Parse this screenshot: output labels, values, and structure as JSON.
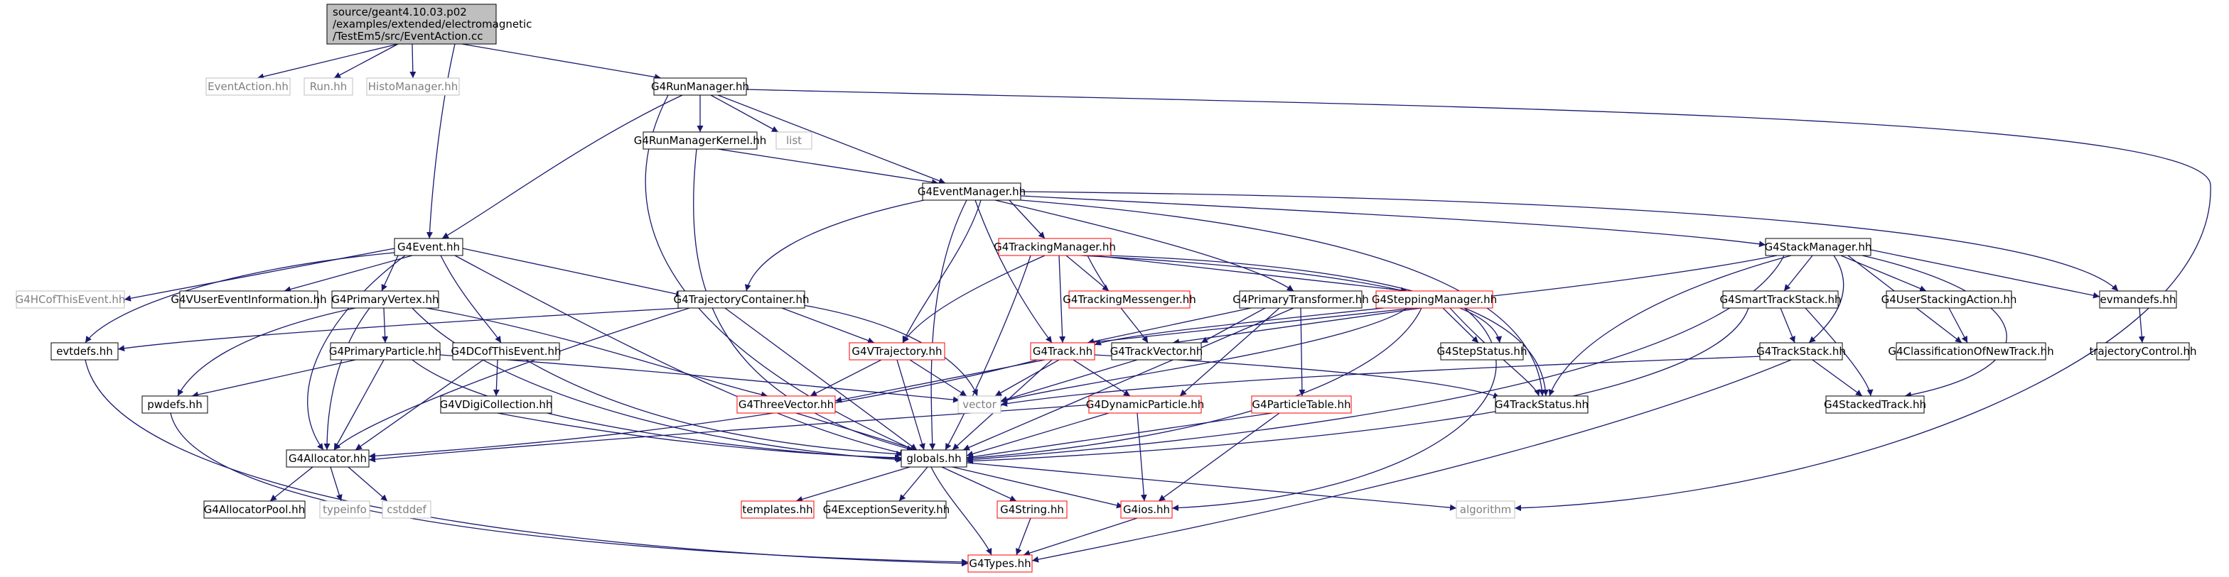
{
  "colors": {
    "edge": "#191970",
    "root_fill": "#bfbfbf",
    "node_border": "#000000",
    "red_border": "#ff0000",
    "grey_border": "#bfbfbf",
    "grey_text": "#7f7f7f"
  },
  "root": {
    "line1": "source/geant4.10.03.p02",
    "line2": "/examples/extended/electromagnetic",
    "line3": "/TestEm5/src/EventAction.cc"
  },
  "nodes": {
    "eventaction_hh": "EventAction.hh",
    "run_hh": "Run.hh",
    "histomanager_hh": "HistoManager.hh",
    "g4runmanager": "G4RunManager.hh",
    "list": "list",
    "g4runmanagerkernel": "G4RunManagerKernel.hh",
    "g4eventmanager": "G4EventManager.hh",
    "g4event": "G4Event.hh",
    "g4hcofthisevent": "G4HCofThisEvent.hh",
    "g4vusereventinformation": "G4VUserEventInformation.hh",
    "g4primaryvertex": "G4PrimaryVertex.hh",
    "g4trajectorycontainer": "G4TrajectoryContainer.hh",
    "g4trackingmanager": "G4TrackingManager.hh",
    "g4trackingmessenger": "G4TrackingMessenger.hh",
    "g4primarytransformer": "G4PrimaryTransformer.hh",
    "g4steppingmanager": "G4SteppingManager.hh",
    "g4stackmanager": "G4StackManager.hh",
    "g4smarttrackstack": "G4SmartTrackStack.hh",
    "g4userstackingaction": "G4UserStackingAction.hh",
    "evmandefs": "evmandefs.hh",
    "evtdefs": "evtdefs.hh",
    "g4primaryparticle": "G4PrimaryParticle.hh",
    "g4dcofthisevent": "G4DCofThisEvent.hh",
    "g4vtrajectory": "G4VTrajectory.hh",
    "g4track": "G4Track.hh",
    "g4trackvector": "G4TrackVector.hh",
    "g4stepstatus": "G4StepStatus.hh",
    "g4trackstack": "G4TrackStack.hh",
    "g4classificationofnewtrack": "G4ClassificationOfNewTrack.hh",
    "trajectorycontrol": "trajectoryControl.hh",
    "pwdefs": "pwdefs.hh",
    "g4vdigicollection": "G4VDigiCollection.hh",
    "g4threevector": "G4ThreeVector.hh",
    "vector": "vector",
    "g4dynamicparticle": "G4DynamicParticle.hh",
    "g4particletable": "G4ParticleTable.hh",
    "g4trackstatus": "G4TrackStatus.hh",
    "g4stackedtrack": "G4StackedTrack.hh",
    "g4allocator": "G4Allocator.hh",
    "globals": "globals.hh",
    "g4allocatorpool": "G4AllocatorPool.hh",
    "typeinfo": "typeinfo",
    "cstddef": "cstddef",
    "templates": "templates.hh",
    "g4exceptionseverity": "G4ExceptionSeverity.hh",
    "g4string": "G4String.hh",
    "g4ios": "G4ios.hh",
    "algorithm": "algorithm",
    "g4types": "G4Types.hh"
  }
}
